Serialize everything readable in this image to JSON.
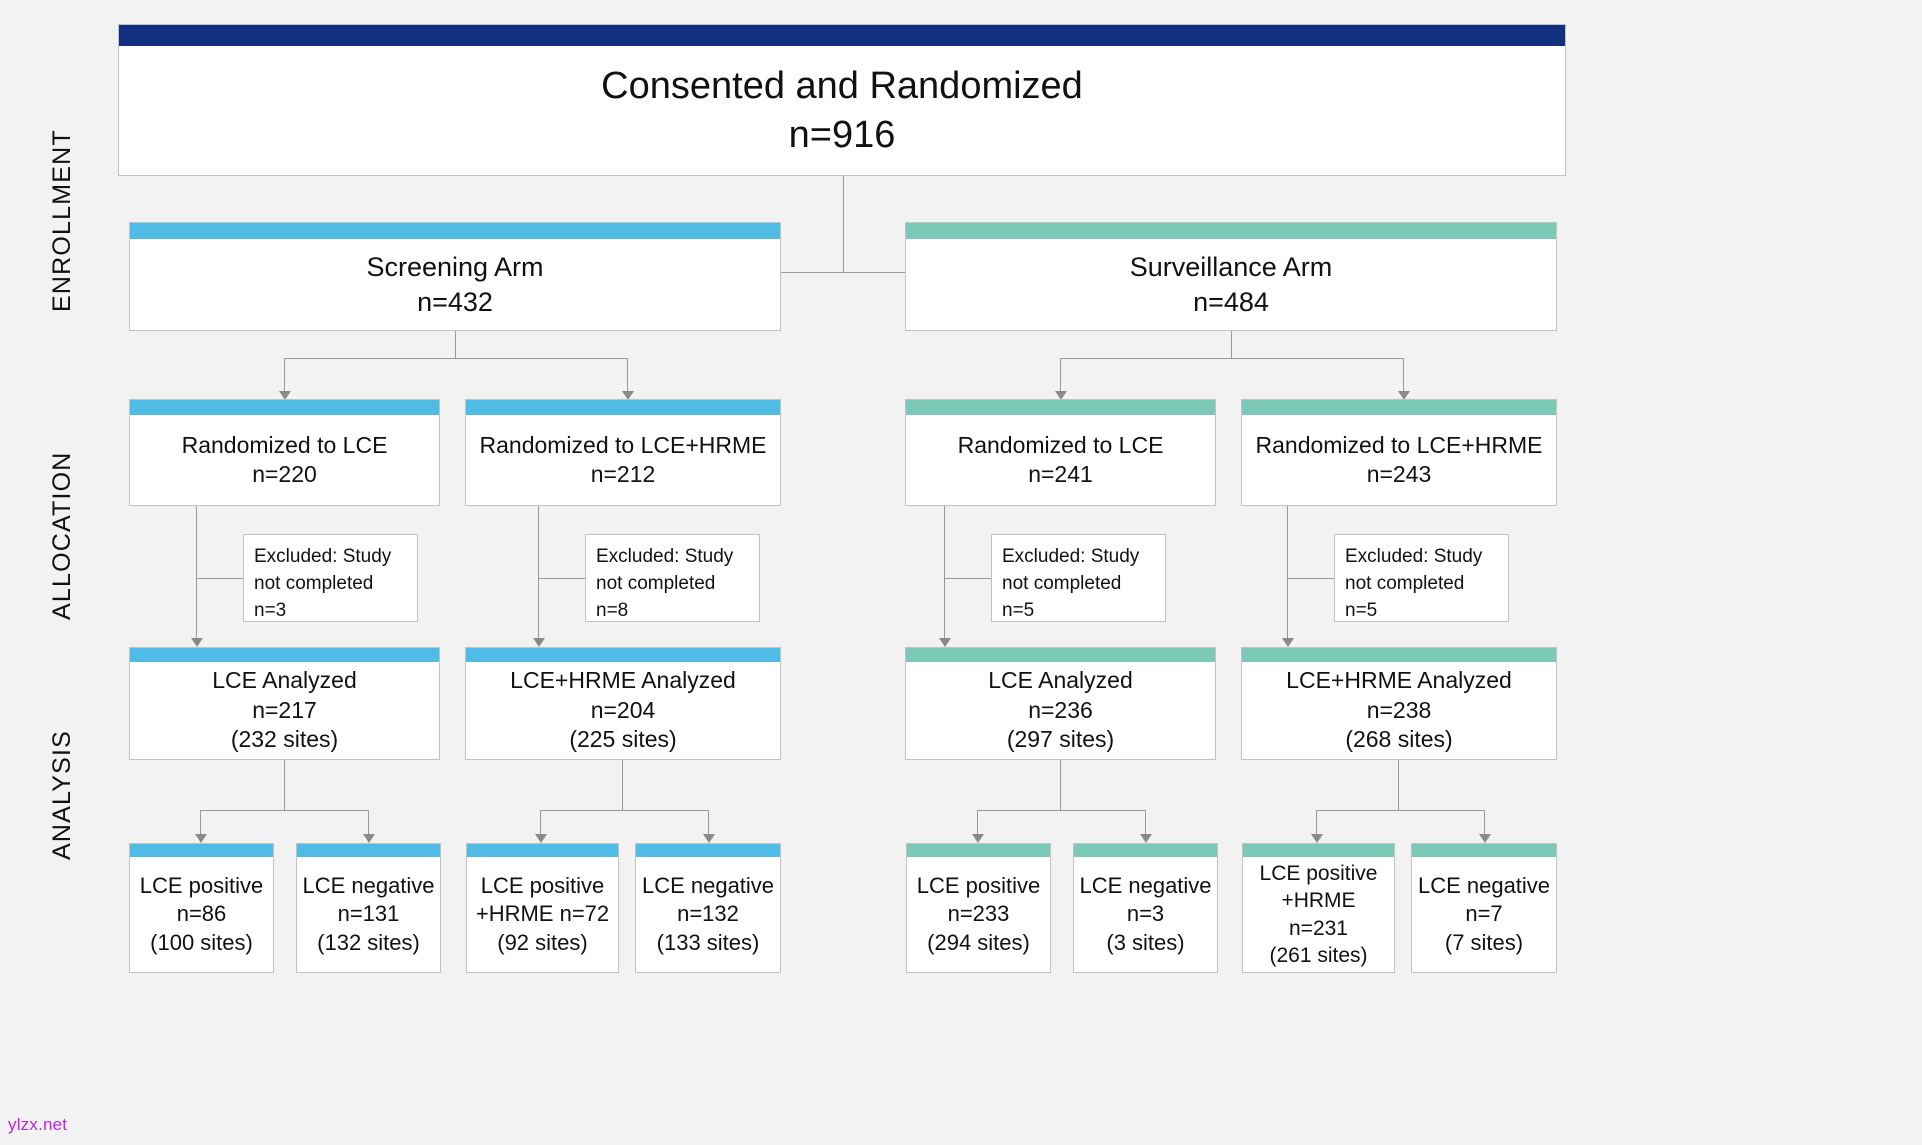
{
  "colors": {
    "enrollment_header": "#12307f",
    "screening": "#4ebce4",
    "surveillance": "#7cc9b7",
    "background": "#f2f2f2",
    "box_border": "#c2c2c2",
    "connector": "#9a9a9a",
    "text": "#111111",
    "watermark": "#b828e0"
  },
  "phases": [
    {
      "id": "enrollment",
      "label": "ENROLLMENT"
    },
    {
      "id": "allocation",
      "label": "ALLOCATION"
    },
    {
      "id": "analysis",
      "label": "ANALYSIS"
    }
  ],
  "root": {
    "title": "Consented and Randomized",
    "n": "n=916"
  },
  "arms": [
    {
      "id": "screening",
      "title": "Screening Arm",
      "n": "n=432"
    },
    {
      "id": "surveillance",
      "title": "Surveillance Arm",
      "n": "n=484"
    }
  ],
  "allocation": [
    {
      "id": "scr-lce",
      "title": "Randomized to LCE",
      "n": "n=220"
    },
    {
      "id": "scr-lce-hrme",
      "title": "Randomized to LCE+HRME",
      "n": "n=212"
    },
    {
      "id": "sur-lce",
      "title": "Randomized to LCE",
      "n": "n=241"
    },
    {
      "id": "sur-lce-hrme",
      "title": "Randomized to LCE+HRME",
      "n": "n=243"
    }
  ],
  "excluded": [
    {
      "id": "excl-1",
      "l1": "Excluded: Study",
      "l2": "not completed",
      "l3": "n=3"
    },
    {
      "id": "excl-2",
      "l1": "Excluded: Study",
      "l2": "not completed",
      "l3": "n=8"
    },
    {
      "id": "excl-3",
      "l1": "Excluded: Study",
      "l2": "not completed",
      "l3": "n=5"
    },
    {
      "id": "excl-4",
      "l1": "Excluded: Study",
      "l2": "not completed",
      "l3": "n=5"
    }
  ],
  "analyzed": [
    {
      "id": "an-1",
      "title": "LCE Analyzed",
      "n": "n=217",
      "sites": "(232 sites)"
    },
    {
      "id": "an-2",
      "title": "LCE+HRME Analyzed",
      "n": "n=204",
      "sites": "(225 sites)"
    },
    {
      "id": "an-3",
      "title": "LCE Analyzed",
      "n": "n=236",
      "sites": "(297 sites)"
    },
    {
      "id": "an-4",
      "title": "LCE+HRME Analyzed",
      "n": "n=238",
      "sites": "(268 sites)"
    }
  ],
  "results": [
    {
      "id": "res-1",
      "l1": "LCE positive",
      "l2": "n=86",
      "l3": "(100 sites)",
      "l4": ""
    },
    {
      "id": "res-2",
      "l1": "LCE negative",
      "l2": "n=131",
      "l3": "(132 sites)",
      "l4": ""
    },
    {
      "id": "res-3",
      "l1": "LCE positive",
      "l2": "+HRME n=72",
      "l3": "(92 sites)",
      "l4": ""
    },
    {
      "id": "res-4",
      "l1": "LCE negative",
      "l2": "n=132",
      "l3": "(133 sites)",
      "l4": ""
    },
    {
      "id": "res-5",
      "l1": "LCE positive",
      "l2": "n=233",
      "l3": "(294 sites)",
      "l4": ""
    },
    {
      "id": "res-6",
      "l1": "LCE negative",
      "l2": "n=3",
      "l3": "(3 sites)",
      "l4": ""
    },
    {
      "id": "res-7",
      "l1": "LCE positive",
      "l2": "+HRME",
      "l3": "n=231",
      "l4": "(261 sites)"
    },
    {
      "id": "res-8",
      "l1": "LCE negative",
      "l2": "n=7",
      "l3": "(7 sites)",
      "l4": ""
    }
  ],
  "watermark": "ylzx.net"
}
